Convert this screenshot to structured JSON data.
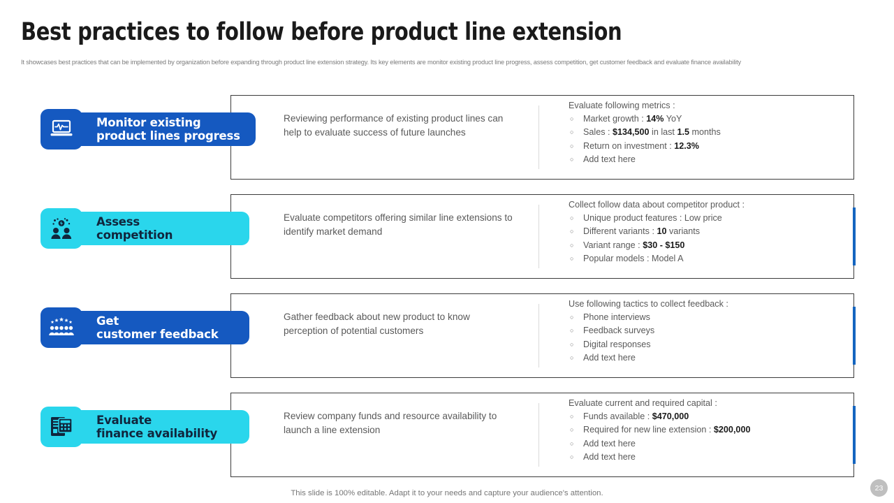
{
  "header": {
    "title": "Best practices to follow before product line extension",
    "subtitle": "It showcases best practices that can be implemented  by organization before expanding through product line  extension strategy. Its key elements are monitor  existing product line progress, assess competition, get customer feedback and evaluate finance availability"
  },
  "colors": {
    "blue": "#1559c0",
    "cyan": "#2ad6ec",
    "accent_bar": "#1565c0",
    "card_border": "#3b3b3b",
    "body_text": "#595959"
  },
  "rows": [
    {
      "tone": "blue",
      "icon": "laptop-pulse-icon",
      "badge_line1": "Monitor existing",
      "badge_line2": "product lines progress",
      "description": "Reviewing performance of existing product lines can help to evaluate success of future launches",
      "detail_head": "Evaluate following metrics :",
      "details": [
        "Market growth : <b>14%</b> YoY",
        "Sales : <b>$134,500</b> in last <b>1.5</b> months",
        "Return on investment : <b>12.3%</b>",
        "Add text here"
      ],
      "has_accent": false
    },
    {
      "tone": "cyan",
      "icon": "people-competition-icon",
      "badge_line1": "Assess",
      "badge_line2": "competition",
      "description": "Evaluate competitors offering similar line extensions to identify market demand",
      "detail_head": "Collect follow data about competitor product :",
      "details": [
        "Unique product features : Low price",
        "Different variants : <b>10</b> variants",
        "Variant range : <b>$30 - $150</b>",
        "Popular models : Model A"
      ],
      "has_accent": true
    },
    {
      "tone": "blue",
      "icon": "stars-people-feedback-icon",
      "badge_line1": "Get",
      "badge_line2": "customer feedback",
      "description": "Gather feedback about new product to know perception of potential customers",
      "detail_head": "Use following tactics to collect feedback :",
      "details": [
        "Phone interviews",
        "Feedback surveys",
        "Digital responses",
        "Add text here"
      ],
      "has_accent": true
    },
    {
      "tone": "cyan",
      "icon": "documents-calculator-icon",
      "badge_line1": "Evaluate",
      "badge_line2": "finance availability",
      "description": "Review company funds and resource availability to launch a line extension",
      "detail_head": "Evaluate current and required capital :",
      "details": [
        "Funds available : <b>$470,000</b>",
        "Required for new line extension : <b>$200,000</b>",
        "Add text here",
        "Add text here"
      ],
      "has_accent": true
    }
  ],
  "footer": {
    "note": "This slide is 100% editable. Adapt it to your needs and capture your audience's attention.",
    "page_number": "23"
  }
}
